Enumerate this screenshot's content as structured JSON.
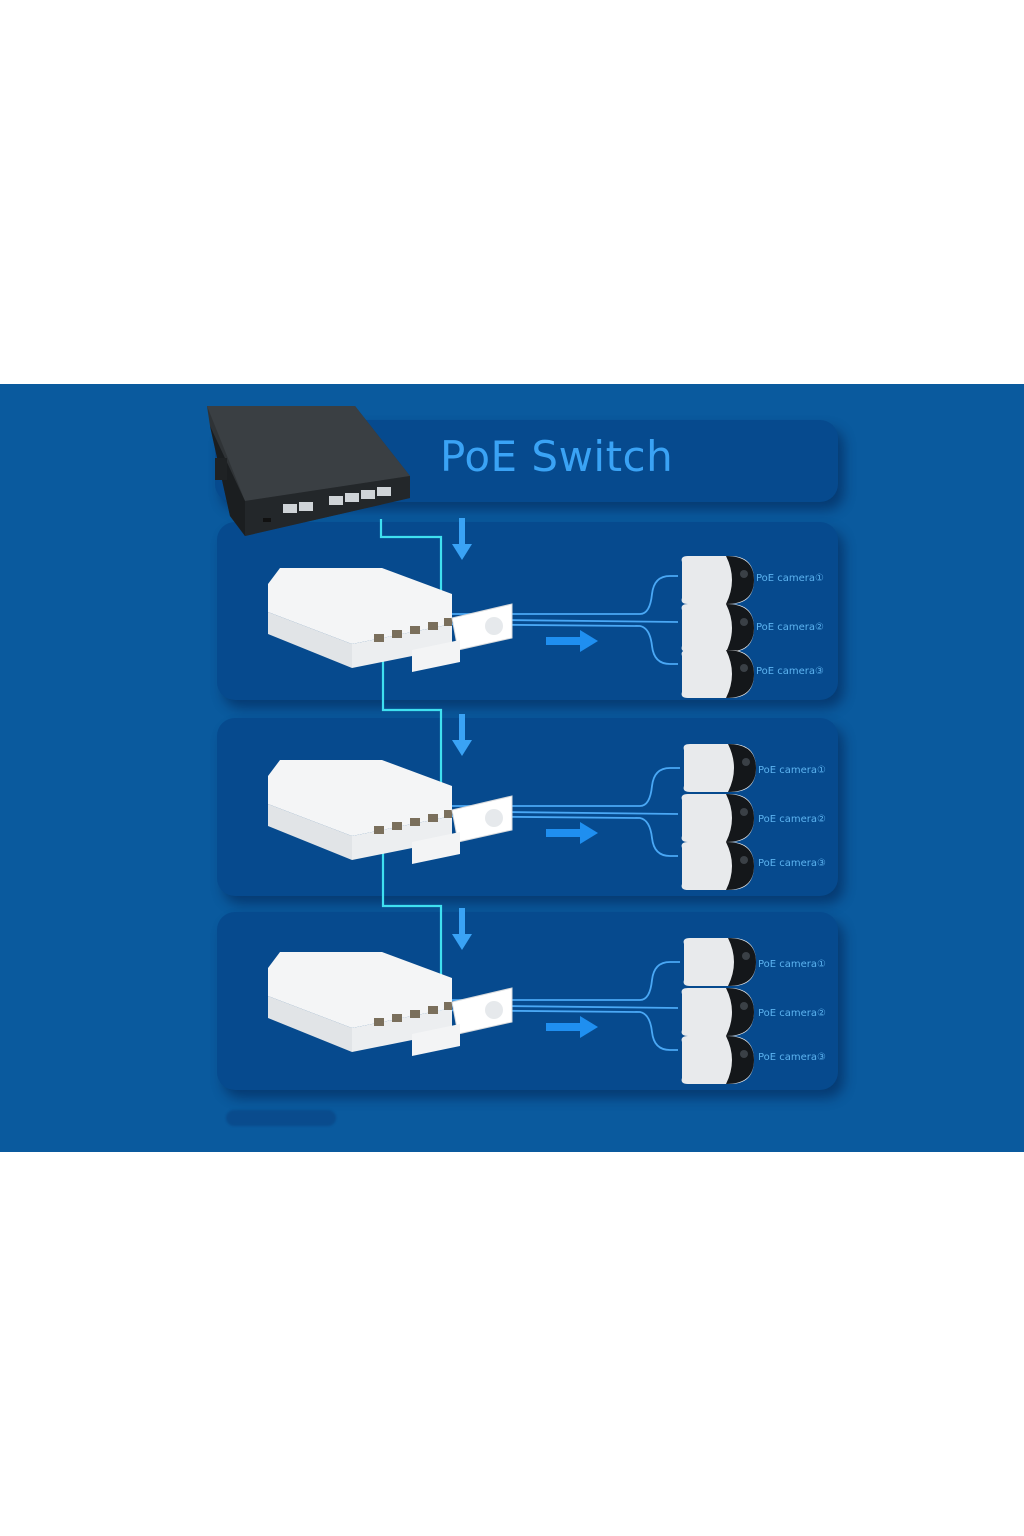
{
  "title": "PoE Switch",
  "rows": [
    {
      "cameras": [
        "PoE camera①",
        "PoE camera②",
        "PoE camera③"
      ]
    },
    {
      "cameras": [
        "PoE camera①",
        "PoE camera②",
        "PoE camera③"
      ]
    },
    {
      "cameras": [
        "PoE camera①",
        "PoE camera②",
        "PoE camera③"
      ]
    }
  ],
  "icons": {
    "switch": "poe-switch-icon",
    "hub": "poe-extender-icon",
    "camera": "bullet-camera-icon",
    "down_arrow": "down-arrow-icon",
    "right_arrow": "right-arrow-icon"
  },
  "colors": {
    "background": "#0a5a9e",
    "panel": "#064a8e",
    "title": "#3aa3f5",
    "uplink_wire": "#3fe0f0",
    "camera_wire": "#4aa8f5",
    "arrow": "#1f8ff0"
  }
}
